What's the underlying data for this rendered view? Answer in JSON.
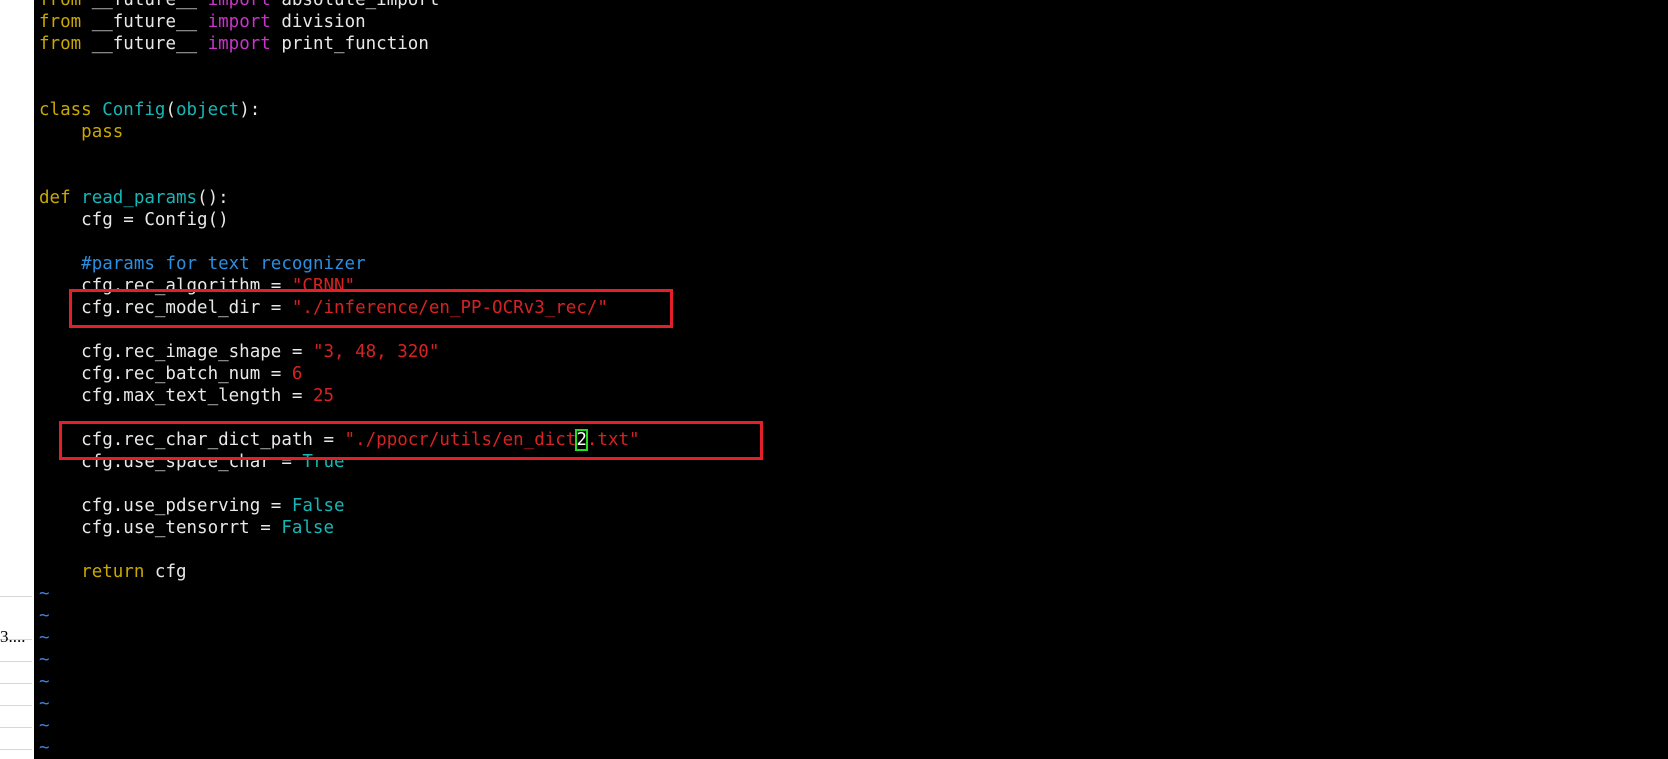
{
  "sidebar_fragment": {
    "visible_text": "3...."
  },
  "editor": {
    "lines": [
      {
        "segments": [
          {
            "cls": "kw",
            "text": "from"
          },
          {
            "cls": "txt",
            "text": " __future__ "
          },
          {
            "cls": "imp",
            "text": "import"
          },
          {
            "cls": "txt",
            "text": " absolute_import"
          }
        ]
      },
      {
        "segments": [
          {
            "cls": "kw",
            "text": "from"
          },
          {
            "cls": "txt",
            "text": " __future__ "
          },
          {
            "cls": "imp",
            "text": "import"
          },
          {
            "cls": "txt",
            "text": " division"
          }
        ]
      },
      {
        "segments": [
          {
            "cls": "kw",
            "text": "from"
          },
          {
            "cls": "txt",
            "text": " __future__ "
          },
          {
            "cls": "imp",
            "text": "import"
          },
          {
            "cls": "txt",
            "text": " print_function"
          }
        ]
      },
      {
        "segments": []
      },
      {
        "segments": []
      },
      {
        "segments": [
          {
            "cls": "kw",
            "text": "class"
          },
          {
            "cls": "txt",
            "text": " "
          },
          {
            "cls": "cls",
            "text": "Config"
          },
          {
            "cls": "txt",
            "text": "("
          },
          {
            "cls": "cls",
            "text": "object"
          },
          {
            "cls": "txt",
            "text": "):"
          }
        ]
      },
      {
        "segments": [
          {
            "cls": "txt",
            "text": "    "
          },
          {
            "cls": "kw",
            "text": "pass"
          }
        ]
      },
      {
        "segments": []
      },
      {
        "segments": []
      },
      {
        "segments": [
          {
            "cls": "kw",
            "text": "def"
          },
          {
            "cls": "txt",
            "text": " "
          },
          {
            "cls": "cls",
            "text": "read_params"
          },
          {
            "cls": "txt",
            "text": "():"
          }
        ]
      },
      {
        "segments": [
          {
            "cls": "txt",
            "text": "    cfg = Config()"
          }
        ]
      },
      {
        "segments": []
      },
      {
        "segments": [
          {
            "cls": "txt",
            "text": "    "
          },
          {
            "cls": "cmt",
            "text": "#params for text recognizer"
          }
        ]
      },
      {
        "segments": [
          {
            "cls": "txt",
            "text": "    cfg.rec_algorithm = "
          },
          {
            "cls": "str",
            "text": "\"CRNN\""
          }
        ]
      },
      {
        "segments": [
          {
            "cls": "txt",
            "text": "    cfg.rec_model_dir = "
          },
          {
            "cls": "str",
            "text": "\"./inference/en_PP-OCRv3_rec/\""
          }
        ]
      },
      {
        "segments": []
      },
      {
        "segments": [
          {
            "cls": "txt",
            "text": "    cfg.rec_image_shape = "
          },
          {
            "cls": "str",
            "text": "\"3, 48, 320\""
          }
        ]
      },
      {
        "segments": [
          {
            "cls": "txt",
            "text": "    cfg.rec_batch_num = "
          },
          {
            "cls": "num",
            "text": "6"
          }
        ]
      },
      {
        "segments": [
          {
            "cls": "txt",
            "text": "    cfg.max_text_length = "
          },
          {
            "cls": "num",
            "text": "25"
          }
        ]
      },
      {
        "segments": []
      },
      {
        "segments": [
          {
            "cls": "txt",
            "text": "    cfg.rec_char_dict_path = "
          },
          {
            "cls": "str",
            "text": "\"./ppocr/utils/en_dict"
          },
          {
            "cls": "cursor",
            "text": "2"
          },
          {
            "cls": "str",
            "text": ".txt\""
          }
        ]
      },
      {
        "segments": [
          {
            "cls": "txt",
            "text": "    cfg.use_space_char = "
          },
          {
            "cls": "bool",
            "text": "True"
          }
        ]
      },
      {
        "segments": []
      },
      {
        "segments": [
          {
            "cls": "txt",
            "text": "    cfg.use_pdserving = "
          },
          {
            "cls": "bool",
            "text": "False"
          }
        ]
      },
      {
        "segments": [
          {
            "cls": "txt",
            "text": "    cfg.use_tensorrt = "
          },
          {
            "cls": "bool",
            "text": "False"
          }
        ]
      },
      {
        "segments": []
      },
      {
        "segments": [
          {
            "cls": "txt",
            "text": "    "
          },
          {
            "cls": "kw",
            "text": "return"
          },
          {
            "cls": "txt",
            "text": " cfg"
          }
        ]
      },
      {
        "segments": [
          {
            "cls": "tilde",
            "text": "~"
          }
        ]
      },
      {
        "segments": [
          {
            "cls": "tilde",
            "text": "~"
          }
        ]
      },
      {
        "segments": [
          {
            "cls": "tilde",
            "text": "~"
          }
        ]
      },
      {
        "segments": [
          {
            "cls": "tilde",
            "text": "~"
          }
        ]
      },
      {
        "segments": [
          {
            "cls": "tilde",
            "text": "~"
          }
        ]
      },
      {
        "segments": [
          {
            "cls": "tilde",
            "text": "~"
          }
        ]
      },
      {
        "segments": [
          {
            "cls": "tilde",
            "text": "~"
          }
        ]
      },
      {
        "segments": [
          {
            "cls": "tilde",
            "text": "~"
          }
        ]
      }
    ]
  },
  "colors": {
    "background": "#000000",
    "keyword": "#c9a800",
    "import": "#c934c9",
    "identifier": "#17b6b6",
    "string": "#d62222",
    "comment": "#2b8fe0",
    "tilde": "#3b83e0",
    "highlight_box": "#e3202a",
    "cursor": "#22dd22"
  }
}
